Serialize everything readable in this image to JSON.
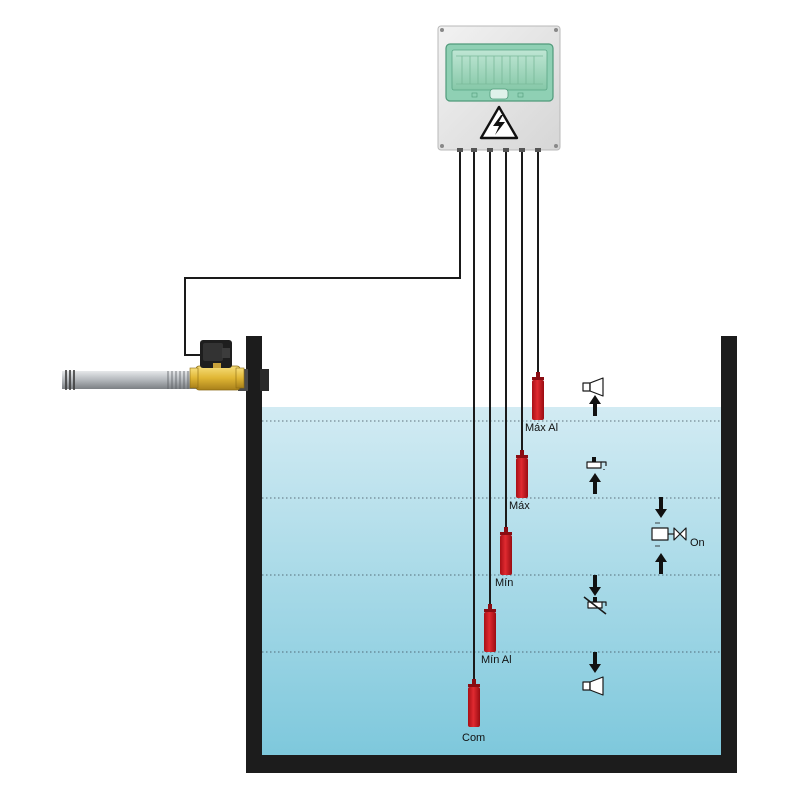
{
  "probes": [
    {
      "id": "max-al",
      "label": "Máx Al"
    },
    {
      "id": "max",
      "label": "Máx"
    },
    {
      "id": "min",
      "label": "Mín"
    },
    {
      "id": "min-al",
      "label": "Mín Al"
    },
    {
      "id": "com",
      "label": "Com"
    }
  ],
  "valve_state": "On",
  "icons": {
    "panel_warning": "high-voltage-warning-icon",
    "level_indicators": [
      "alarm-horn-icon",
      "tap-open-icon",
      "solenoid-valve-icon",
      "tap-closed-icon",
      "alarm-horn-icon"
    ]
  },
  "colors": {
    "water_top": "#d2ebf3",
    "water_bottom": "#7ec8dc",
    "tank_wall": "#1c1c1c",
    "probe": "#d71920",
    "panel_body": "#e8e8e8",
    "panel_window": "#8fd0b4",
    "valve_brass": "#e8c040",
    "pipe": "#b0b4b8"
  }
}
